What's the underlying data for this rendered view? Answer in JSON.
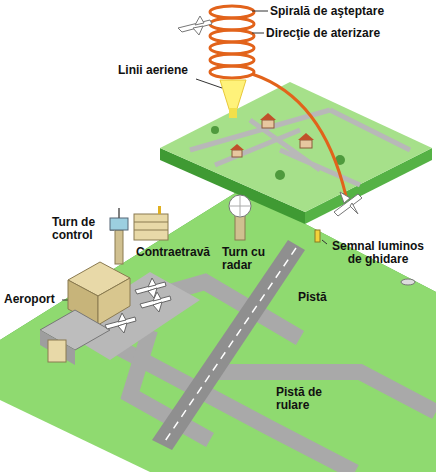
{
  "diagram": {
    "labels": [
      "Spirală de aşteptare",
      "Direcţie de aterizare",
      "Linii aeriene",
      "Turn de control",
      "Contraetravă",
      "Turn cu radar",
      "Semnal luminos de ghidare",
      "Aeroport",
      "Pistă",
      "Pistă de rulare"
    ]
  }
}
